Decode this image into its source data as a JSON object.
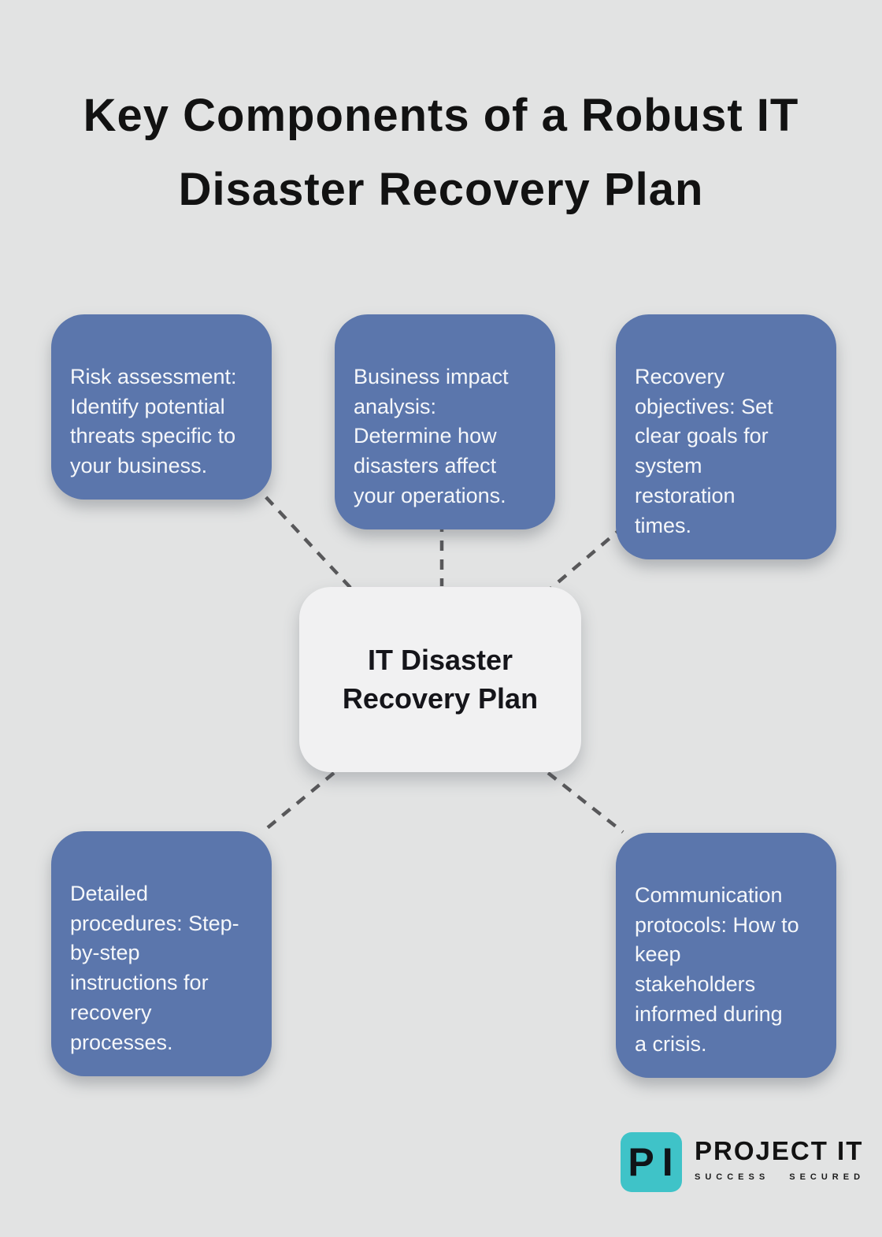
{
  "title": "Key Components of a Robust IT\nDisaster Recovery Plan",
  "center": {
    "label": "IT Disaster\nRecovery Plan"
  },
  "nodes": [
    {
      "id": "risk-assessment",
      "text": "Risk assessment:\nIdentify potential\nthreats specific to\nyour business."
    },
    {
      "id": "business-impact-analysis",
      "text": "Business impact\nanalysis:\nDetermine how\ndisasters affect\nyour operations."
    },
    {
      "id": "recovery-objectives",
      "text": "Recovery\nobjectives: Set\nclear goals for\nsystem\nrestoration\ntimes."
    },
    {
      "id": "detailed-procedures",
      "text": "Detailed\nprocedures: Step-\nby-step\ninstructions for\nrecovery\nprocesses."
    },
    {
      "id": "communication-protocols",
      "text": "Communication\nprotocols: How to\nkeep\nstakeholders\ninformed during\na crisis."
    }
  ],
  "logo": {
    "monogram": "PI",
    "name": "PROJECT IT",
    "tagline": "SUCCESS SECURED"
  },
  "colors": {
    "background": "#e2e3e3",
    "node_blue": "#5b76ac",
    "node_text": "#f5f7fa",
    "center_box": "#f1f1f2",
    "connector_gray": "#58585a",
    "logo_teal": "#3fc3c8",
    "text_dark": "#121212"
  }
}
